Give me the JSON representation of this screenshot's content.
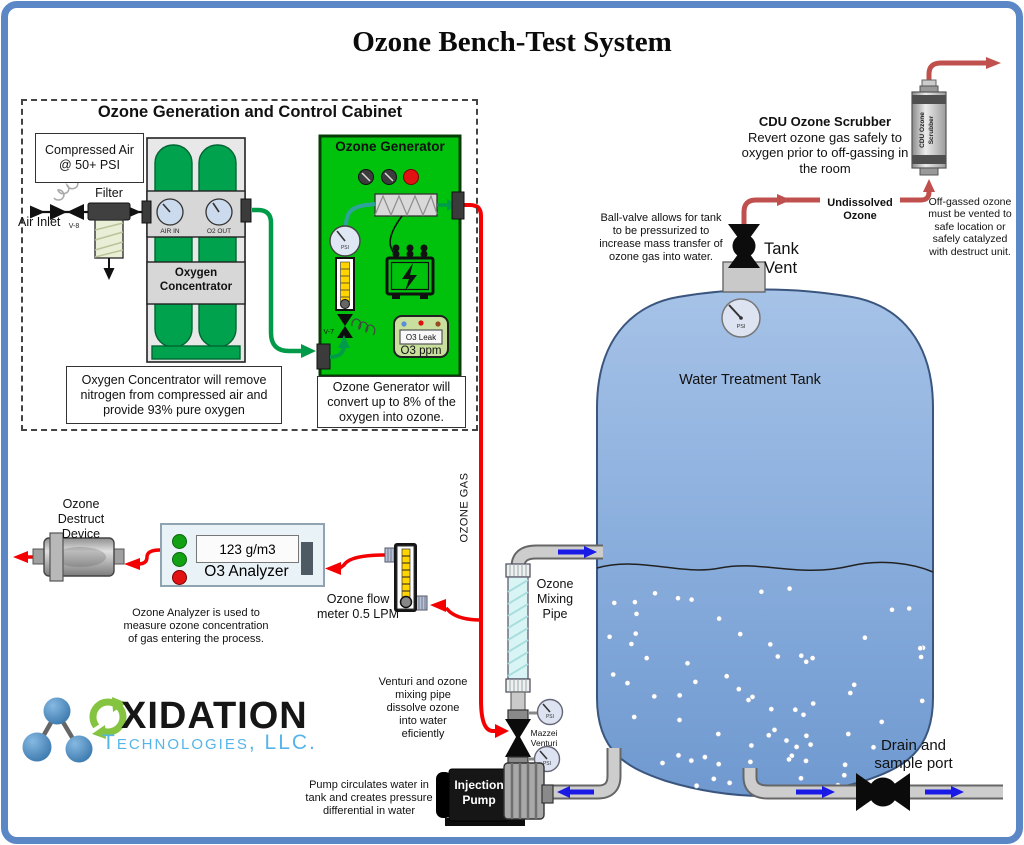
{
  "page": {
    "title": "Ozone Bench-Test System"
  },
  "psi": "PSI",
  "cabinet": {
    "title": "Ozone Generation and Control Cabinet",
    "compressed_air_label": "Compressed Air\n@ 50+ PSI",
    "air_inlet_label": "Air Inlet",
    "valve_v8_label": "V-8",
    "filter_label": "Filter",
    "air_in_label": "AIR IN",
    "o2_out_label": "O2 OUT",
    "concentrator_label": "Oxygen\nConcentrator",
    "concentrator_note": "Oxygen Concentrator will remove\nnitrogen from compressed air and\nprovide 93% pure oxygen",
    "generator_note": "Ozone Generator will\nconvert up to 8% of the\noxygen into ozone."
  },
  "generator": {
    "title": "Ozone Generator",
    "valve_v7_label": "V-7",
    "o3_leak_label": "O3 Leak",
    "o3_ppm_label": "O3 ppm"
  },
  "ozone_line_label": "OZONE GAS",
  "destruct_device": {
    "label": "Ozone\nDestruct\nDevice"
  },
  "analyzer": {
    "reading": "123 g/m3",
    "label": "O3 Analyzer",
    "note": "Ozone Analyzer is used to\nmeasure ozone concentration\nof gas entering the process."
  },
  "flow_meter": {
    "label": "Ozone flow\nmeter 0.5 LPM"
  },
  "mixing_pipe": {
    "label": "Ozone\nMixing\nPipe"
  },
  "venturi": {
    "label": "Mazzei\nVenturi",
    "note": "Venturi and ozone\nmixing pipe\ndissolve ozone\ninto water\neficiently"
  },
  "pump": {
    "label": "Injection\nPump",
    "note": "Pump circulates water in\ntank and creates pressure\ndifferential in water"
  },
  "tank": {
    "label": "Water Treatment Tank",
    "vent_label": "Tank\nVent",
    "vent_note": "Ball-valve allows for tank\nto be pressurized to\nincrease mass transfer of\nozone gas into water.",
    "drain_label": "Drain and\nsample port"
  },
  "scrubber": {
    "title": "CDU Ozone Scrubber",
    "description": "Revert ozone gas safely to\noxygen prior to off-gassing in\nthe room",
    "undissolved_label": "Undissolved\nOzone",
    "cylinder_label_1": "CDU Ozone",
    "cylinder_label_2": "Scrubber",
    "offgas_note": "Off-gassed ozone\nmust be vented to\nsafe location or\nsafely catalyzed\nwith destruct unit."
  },
  "logo": {
    "wordmark": "XIDATION",
    "subtitle": "Technologies, LLC."
  },
  "colors": {
    "frame_blue": "#5b87c6",
    "panel_green": "#00c20c",
    "tank_green": "#00a24e",
    "ozone_red": "#f50000",
    "vent_red": "#c0504d",
    "water_blue": "#8fb2df",
    "flow_arrow_blue": "#1a1ae6",
    "logo_green": "#85c441",
    "logo_blue": "#56b5e8"
  }
}
